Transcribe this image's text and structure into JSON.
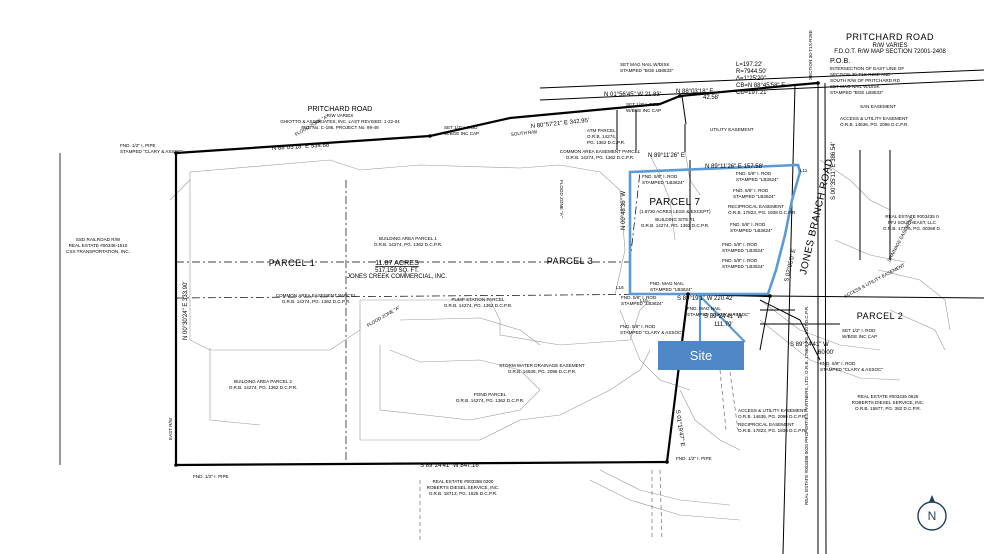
{
  "roads": {
    "pritchard_top_right": "PRITCHARD ROAD",
    "pritchard_top_right_rw": "R/W VARIES",
    "pritchard_top_right_note": "F.D.O.T. R/W MAP SECTION 72001-2408",
    "pritchard_left": "PRITCHARD ROAD",
    "pritchard_left_rw": "R/W VARIES",
    "pritchard_left_note1": "GHIOTTO & ASSOCIATES, INC. LAST REVISED: 1-22-04",
    "pritchard_left_note2": "FILE No. C-195, PROJECT No. 99-48",
    "jones_branch": "JONES BRANCH ROAD",
    "south_rw": "SOUTH R/W"
  },
  "parcels": {
    "parcel1": "PARCEL 1",
    "parcel2": "PARCEL 2",
    "parcel3": "PARCEL 3",
    "parcel7": "PARCEL 7",
    "parcel7_area": "(1.8730 ACRES LESS & EXCEPT)",
    "parcel7_building": "BUILDING SITE #1",
    "parcel7_orb": "O.R.B. 14274, PG. 1362 D.C.P.R.",
    "acres": "11.87 ACRES",
    "sqft": "517,159 SQ. FT.",
    "owner": "JONES CREEK COMMERCIAL, INC."
  },
  "annotations": {
    "building_area_1": "BUILDING AREA PARCEL 1",
    "building_area_1_orb": "O.R.B. 14274, PG. 1362 D.C.P.R.",
    "building_area_2": "BUILDING AREA PARCEL 2",
    "building_area_2_orb": "O.R.B. 14274, PG. 1362 D.C.P.R.",
    "common_area_top": "COMMON AREA EASEMENT PARCEL",
    "common_area_top_orb": "O.R.B. 14274, PG. 1362 D.C.P.R.",
    "common_area_left": "COMMON AREA EASEMENT PARCEL",
    "common_area_left_orb": "O.R.B. 14274, PG. 1362 D.C.P.R.",
    "pump_station": "PUMP STATION PARCEL",
    "pump_station_orb": "O.R.B. 14274, PG. 1362 D.C.P.R.",
    "pond_parcel": "POND PARCEL",
    "pond_parcel_orb": "O.R.B. 14274, PG. 1362 D.C.P.R.",
    "storm_water": "STORM WATER DRAINAGE EASEMENT",
    "storm_water_orb": "O.R.B. 14636, PG. 2096 D.C.P.R.",
    "atm_parcel": "ATM PARCEL",
    "atm_parcel_orb1": "O.R.B. 14274,",
    "atm_parcel_orb2": "PG. 1362 D.C.P.R.",
    "utility_easement": "UTILITY EASEMENT",
    "railroad1": "SSD RAILROAD R/W",
    "railroad2": "REAL ESTATE #00346-1510",
    "railroad3": "CSX TRANSPORTATION, INC.",
    "east_rw": "EAST R/W",
    "flood_zone": "FLOOD ZONE \"A\"",
    "re_bottom1": "REAL ESTATE #003388 0200",
    "re_bottom2": "ROBERTS DIESEL SERVICE, INC.",
    "re_bottom3": "O.R.B. 18713, PG. 1625 D.C.P.R.",
    "re_right1": "REAL ESTATE #003435 0625",
    "re_right2": "ROBERTS DIESEL SERVICE, INC.",
    "re_right3": "O.R.B. 15877, PG. 382 D.C.P.R.",
    "re_mid1": "REAL ESTATE #003435 0",
    "re_mid2": "PFJ SOUTHEAST, LLC",
    "re_mid3": "O.R.B. 17776, PG. 00368 D.",
    "re_vert": "REAL ESTATE #003388 0020 PROPERTIES PARTNERS, LTD. O.R.B. 17860, PG. 1107 D.C.P.R.",
    "pob": "P.O.B.",
    "pob_note1": "INTERSECTION OF EAST LINE OF",
    "pob_note2": "SECTION 30-T1S-R26E AND",
    "pob_note3": "SOUTH R/W OF PRITCHARD RD",
    "pob_note4": "SET MAG NAIL W/DISK",
    "pob_note5": "STAMPED \"BGE LB8533\"",
    "curve_l": "L=197.22'",
    "curve_r": "R=7944.50'",
    "curve_delta": "Δ=1°25'20\"",
    "curve_cb": "CB=N 88°45'58\" E",
    "curve_cd": "CD=197.21'",
    "set_mag_nail": "SET MAG NAIL W/DISK",
    "set_mag_nail2": "STAMPED \"BGE LB8533\"",
    "set_rod_top": "SET 1/2\" I. ROD",
    "set_rod_top2": "W/BGE INC CAP",
    "set_rod_left": "SET 1/2\" I. ROD",
    "set_rod_left2": "W/BGE INC CAP",
    "fnd_pipe_top": "FND. 1/2\" I. PIPE",
    "fnd_pipe_top2": "STAMPED \"CLARY & ASSOC\"",
    "fnd_pipe_bottom": "FND. 1/2\" I. PIPE",
    "fnd_pipe_bottom_right": "FND. 1/2\" I. PIPE",
    "fnd_rod_1": "FND. 5/8\" I. ROD",
    "fnd_rod_1b": "STAMPED \"LB3624\"",
    "fnd_rod_2": "FND. 5/8\" I. ROD",
    "fnd_rod_2b": "STAMPED \"LB3624\"",
    "fnd_rod_3": "FND. 5/8\" I. ROD",
    "fnd_rod_3b": "STAMPED \"LB3624\"",
    "fnd_rod_4": "FND. 5/8\" I. ROD",
    "fnd_rod_4b": "STAMPED \"LB3624\"",
    "fnd_rod_5": "FND. 5/8\" I. ROD",
    "fnd_rod_5b": "STAMPED \"LB3624\"",
    "fnd_rod_6": "FND. 5/8\" I. ROD",
    "fnd_rod_6b": "STAMPED \"LB3624\"",
    "fnd_rod_7": "FND. 5/8\" I. ROD",
    "fnd_rod_7b": "STAMPED \"LB3624\"",
    "fnd_mag_nail": "FND. MAG NAIL",
    "fnd_mag_nail2": "STAMPED \"LB3624\"",
    "fnd_mag_nail_b": "FND. MAG NAIL",
    "fnd_mag_nail_b2": "STAMPED \"CLARY & ASSOC\"",
    "fnd_rod_clary": "FND. 5/8\" I. ROD",
    "fnd_rod_clary2": "STAMPED \"CLARY & ASSOC\"",
    "fnd_rod_clary_r": "FND. 5/8\" I. ROD",
    "fnd_rod_clary_r2": "STAMPED \"CLARY & ASSOC\"",
    "set_rod_right": "SET 1/2\" I. ROD",
    "set_rod_right2": "W/BGE INC CAP",
    "reciprocal": "RECIPROCAL EASEMENT",
    "reciprocal_orb": "O.R.B. 17823, PG. 1938 D.C.P.R.",
    "access_easement": "ACCESS & UTILITY EASEMENT",
    "access_easement_orb": "O.R.B. 14636, PG. 2096 D.C.P.R.",
    "san_easement": "SAN EASEMENT",
    "section_label": "SECTION 30-T1S-R26E",
    "drainage_easement": "DRAINAGE EASEMENT",
    "l11": "L11",
    "l15": "L15",
    "l16": "L16"
  },
  "bearings": {
    "b1": "N 88°03'18\" E    534.88'",
    "b2": "N 80°57'21\" E    342.95'",
    "b3": "N 01°56'45\" W    21.83'",
    "b4": "N 88°03'18\" E",
    "b4b": "42.58'",
    "b5": "N 89°11'26\" E",
    "b6": "N 89°11'26\" E    157.58'",
    "b7": "S 89°24'41\" W    847.16'",
    "b8": "S 89°24'41\" W",
    "b8b": "111.79'",
    "b9": "S 89°24'41\" W",
    "b9b": "60.00'",
    "b10": "S 89°19'1\" W    220.42'",
    "b11": "N 00°30'24\" E   333.90'",
    "b12": "N 00°48'36\" W",
    "b13": "S 00°35'11\" E    386.54'",
    "b14": "S 02°05'0\" E",
    "b15": "S 01°19'47\" E"
  },
  "site_callout": {
    "label": "Site"
  },
  "north_arrow": {
    "label": "N"
  },
  "colors": {
    "site_outline": "#5b9bd5",
    "site_box": "#4f86c6",
    "north_ring": "#1f3f5f"
  }
}
